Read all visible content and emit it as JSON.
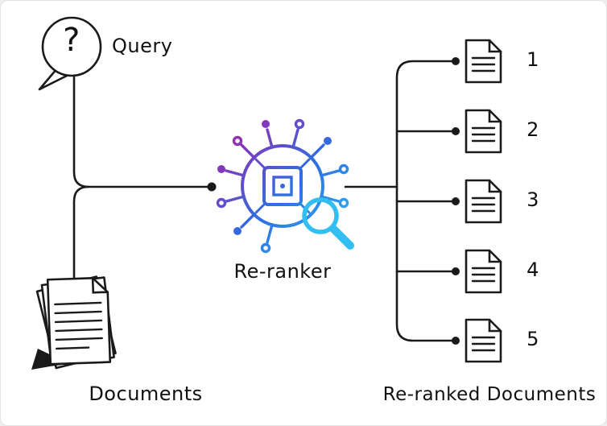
{
  "labels": {
    "query": "Query",
    "documents": "Documents",
    "reranker": "Re-ranker",
    "reranked_documents": "Re-ranked Documents",
    "question_mark": "?"
  },
  "reranked_ranks": [
    "1",
    "2",
    "3",
    "4",
    "5"
  ],
  "colors": {
    "bg": "#ffffff",
    "line": "#1a1a1a",
    "label": "#111111",
    "g1": "#9c27b0",
    "g2": "#2f6de0",
    "g3": "#29b6f6",
    "magnifier": "#33bef2"
  }
}
